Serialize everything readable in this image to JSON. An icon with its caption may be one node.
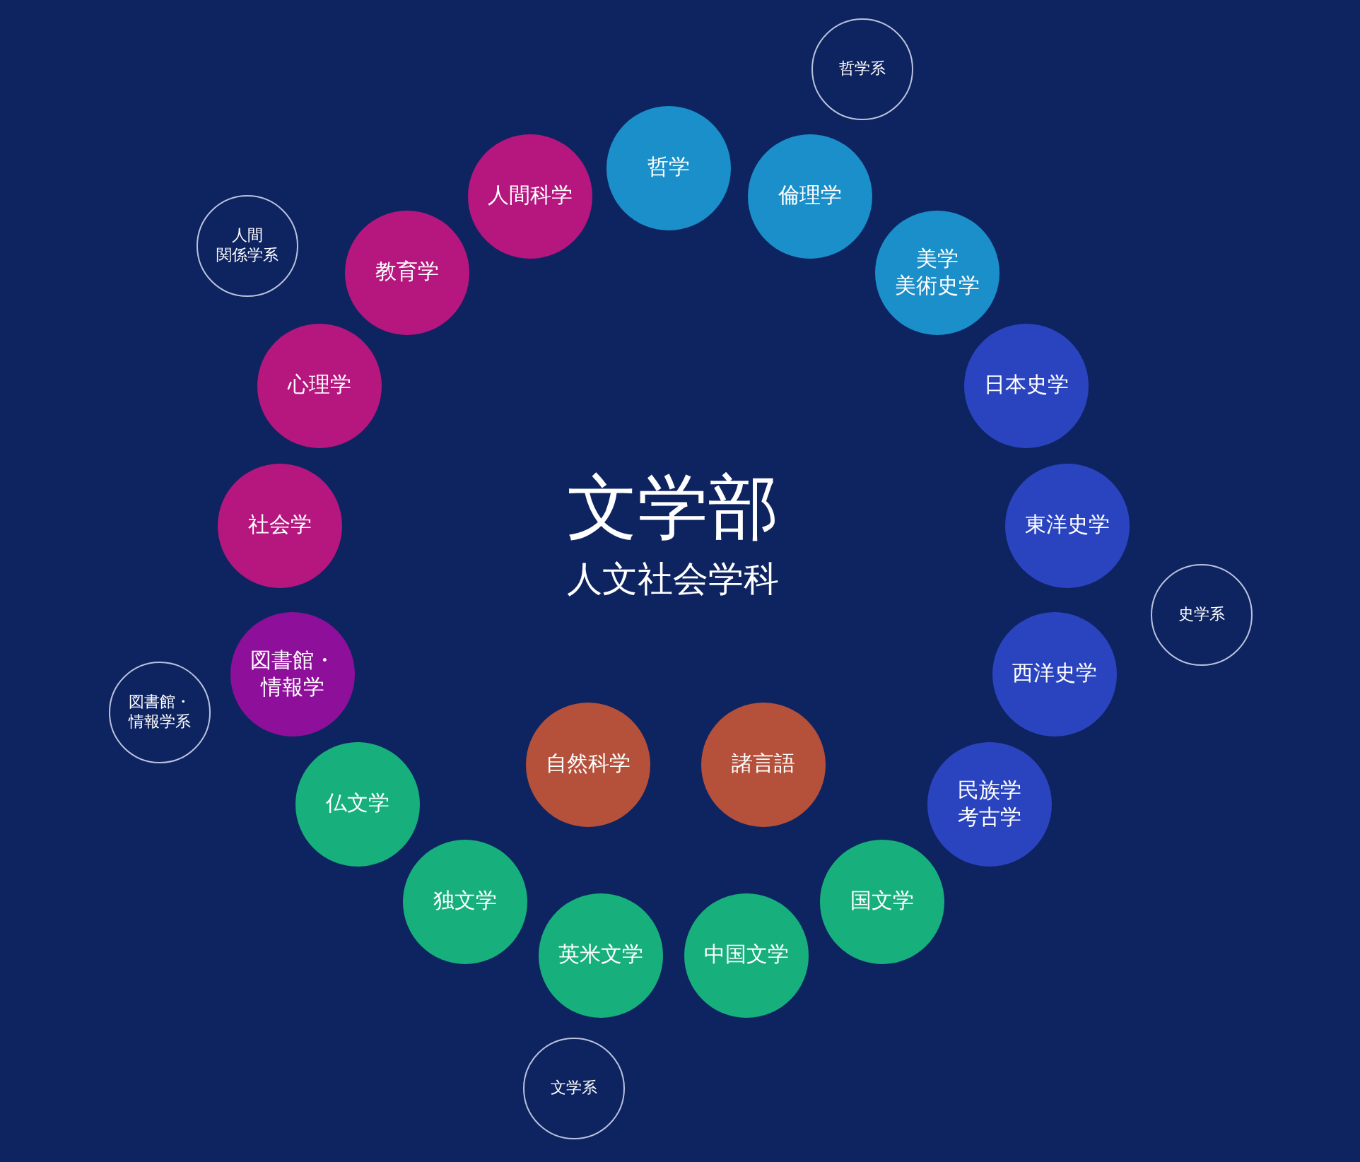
{
  "diagram": {
    "title": "文学部",
    "nodes": [
      {
        "text": [
          "哲学系"
        ]
      },
      {
        "text": [
          "哲学"
        ]
      },
      {
        "text": [
          "倫理学"
        ]
      },
      {
        "text": [
          "人間科学"
        ]
      },
      {
        "text": [
          "人間関係学系"
        ]
      },
      {
        "text": [
          "教育学"
        ]
      },
      {
        "text": [
          "美学美術史学"
        ]
      },
      {
        "text": [
          "心理学"
        ]
      },
      {
        "text": [
          "日本史学"
        ]
      },
      {
        "text": [
          "社会学"
        ]
      },
      {
        "text": [
          "東洋史学"
        ]
      },
      {
        "text": [
          "史学系"
        ]
      },
      {
        "text": [
          "図書館・情報学"
        ]
      },
      {
        "text": [
          "西洋史学"
        ]
      },
      {
        "text": [
          "図書館・情報学系"
        ]
      },
      {
        "text": [
          "自然科学"
        ]
      },
      {
        "text": [
          "諸言語"
        ]
      },
      {
        "text": [
          "民族学考古学"
        ]
      },
      {
        "text": [
          "仏文学"
        ]
      },
      {
        "text": [
          "独文学"
        ]
      },
      {
        "text": [
          "国文学"
        ]
      },
      {
        "text": [
          "英米文学"
        ]
      },
      {
        "text": [
          "中国文学"
        ]
      },
      {
        "text": [
          "文学系"
        ]
      }
    ],
    "labels": [
      "人文社会学科"
    ]
  }
}
